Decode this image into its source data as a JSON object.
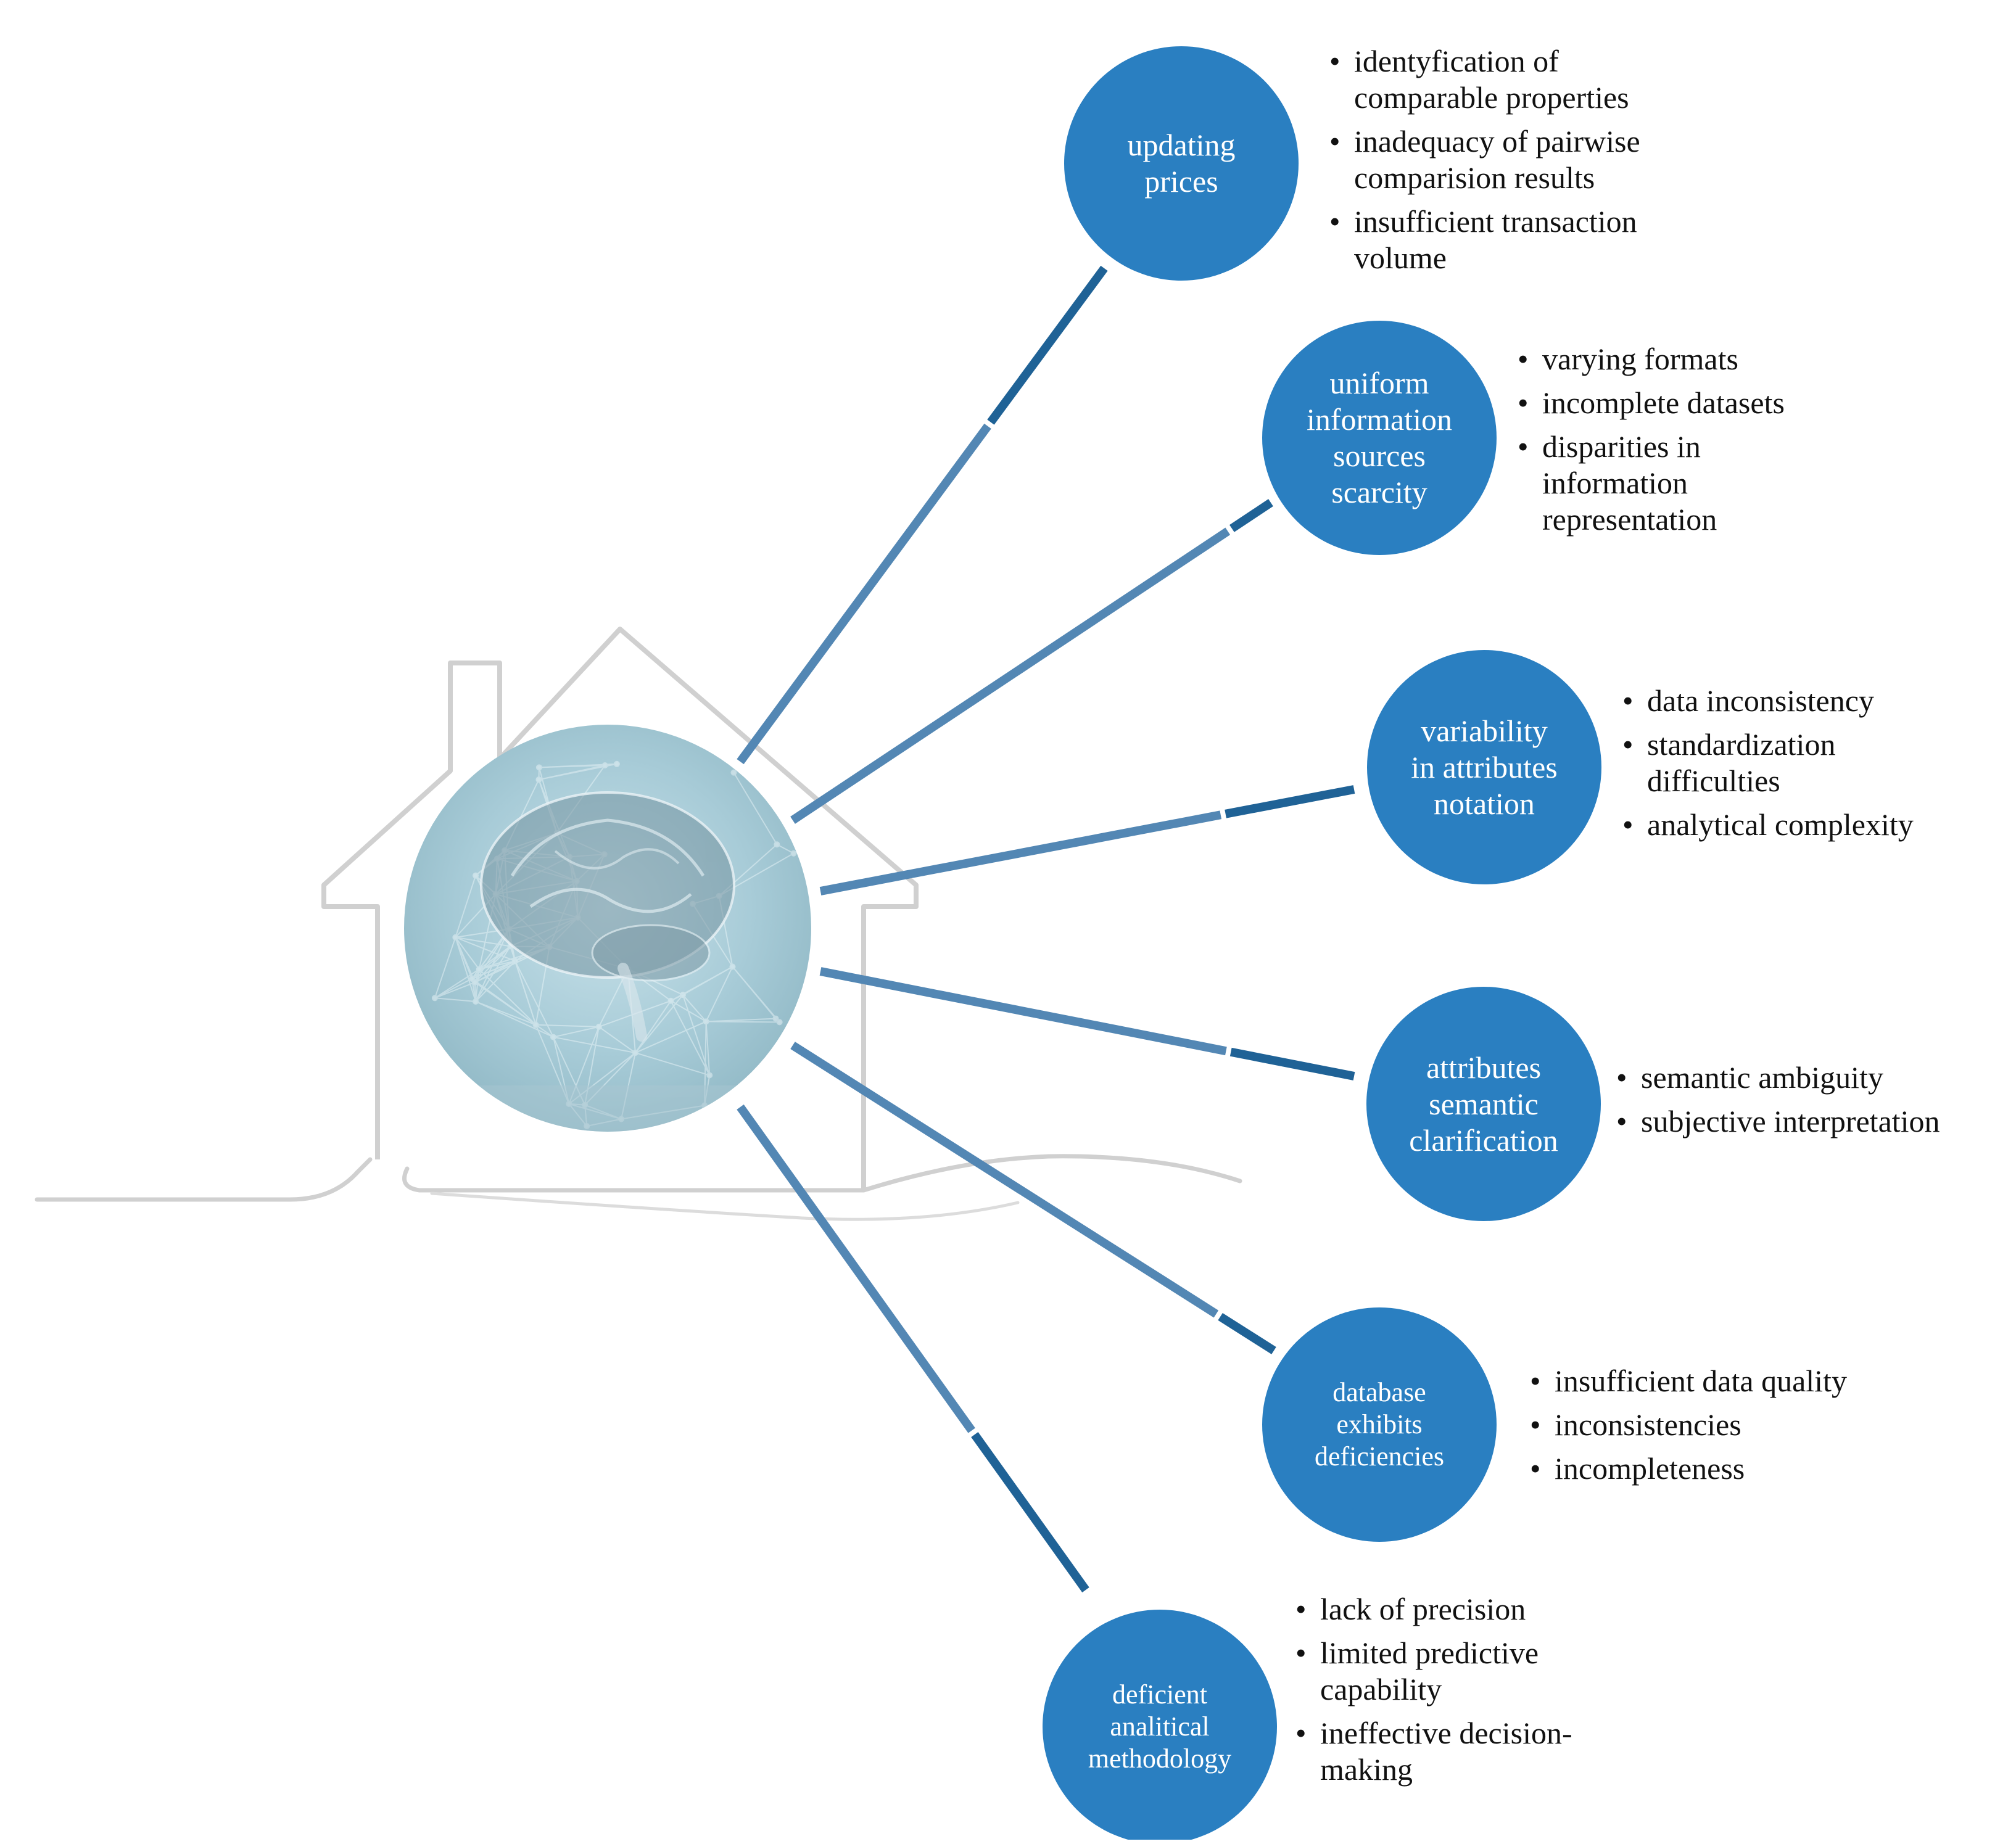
{
  "colors": {
    "node_fill": "#2a7fc1",
    "line_dark": "#1f6296",
    "line_light": "#5387b4",
    "house_outline": "#d0d0d0"
  },
  "center": {
    "icon": "brain-icon"
  },
  "nodes": [
    {
      "title_lines": [
        "updating",
        "prices"
      ],
      "bullets": [
        [
          "identyfication of",
          "comparable properties"
        ],
        [
          "inadequacy of pairwise",
          "comparision results"
        ],
        [
          " insufficient transaction",
          "volume"
        ]
      ]
    },
    {
      "title_lines": [
        "uniform",
        "information",
        "sources",
        "scarcity"
      ],
      "bullets": [
        [
          "varying formats"
        ],
        [
          "incomplete datasets"
        ],
        [
          "disparities in",
          "information",
          "representation"
        ]
      ]
    },
    {
      "title_lines": [
        "variability",
        "in attributes",
        "notation"
      ],
      "bullets": [
        [
          "data inconsistency"
        ],
        [
          "standardization",
          "difficulties"
        ],
        [
          "analytical complexity"
        ]
      ]
    },
    {
      "title_lines": [
        "attributes",
        "semantic",
        "clarification"
      ],
      "bullets": [
        [
          "semantic ambiguity"
        ],
        [
          "subjective interpretation"
        ]
      ]
    },
    {
      "title_lines": [
        "database",
        "exhibits",
        "deficiencies"
      ],
      "bullets": [
        [
          "insufficient data quality"
        ],
        [
          " inconsistencies"
        ],
        [
          " incompleteness"
        ]
      ]
    },
    {
      "title_lines": [
        "deficient",
        "analitical",
        "methodology"
      ],
      "bullets": [
        [
          "lack of precision"
        ],
        [
          "limited predictive",
          "capability"
        ],
        [
          "ineffective decision-",
          "making"
        ]
      ]
    }
  ]
}
